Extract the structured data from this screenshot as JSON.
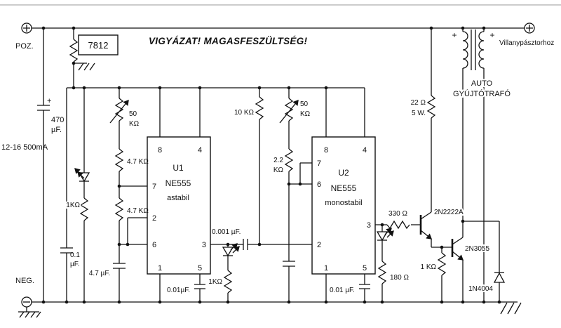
{
  "colors": {
    "ink": "#111111",
    "background": "#ffffff"
  },
  "warning": "VIGYÁZAT! MAGASFESZÜLTSÉG!",
  "terminals": {
    "pos": "POZ.",
    "neg": "NEG.",
    "output": "Villanypásztorhoz"
  },
  "power": {
    "regulator": "7812",
    "input_rating": "12-16 500mA"
  },
  "u1": {
    "ref": "U1",
    "part": "NE555",
    "mode": "astabil",
    "p1": "1",
    "p2": "2",
    "p3": "3",
    "p4": "4",
    "p5": "5",
    "p6": "6",
    "p7": "7",
    "p8": "8"
  },
  "u2": {
    "ref": "U2",
    "part": "NE555",
    "mode": "monostabil",
    "p1": "1",
    "p2": "2",
    "p3": "3",
    "p4": "4",
    "p5": "5",
    "p6": "6",
    "p7": "7",
    "p8": "8"
  },
  "transformer": {
    "name_line1": "AUTO",
    "name_line2": "GYÚJTÓTRAFÓ",
    "plus_primary": "+",
    "plus_secondary": "+"
  },
  "parts": {
    "c470_plus": "+",
    "c470_line1": "470",
    "c470_line2": "µF.",
    "c01_line1": "0.1",
    "c01_line2": "µF.",
    "r1k_power_led": "1KΩ",
    "pot1_line1": "50",
    "pot1_line2": "KΩ",
    "r4k7_a": "4.7 KΩ",
    "r4k7_b": "4.7 KΩ",
    "c4u7": "4.7 µF.",
    "c001_u1": "0.01µF.",
    "r1k_out_led": "1KΩ",
    "c_coupling": "0.001 µF.",
    "r10k": "10 KΩ",
    "pot2_line1": "50",
    "pot2_line2": "KΩ",
    "r2k2_line1": "2.2",
    "r2k2_line2": "KΩ",
    "c001_u2": "0.01 µF.",
    "r180": "180 Ω",
    "r330": "330 Ω",
    "q1": "2N2222A",
    "q2": "2N3055",
    "r1k_base": "1 KΩ",
    "d_flyback": "1N4004",
    "r22_line1": "22 Ω",
    "r22_line2": "5 W."
  }
}
